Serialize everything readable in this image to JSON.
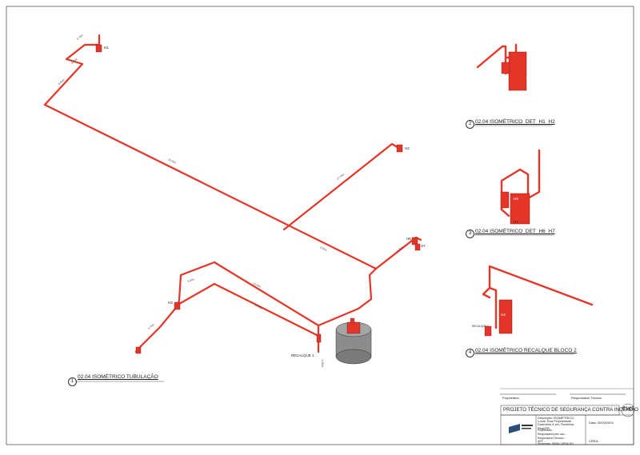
{
  "views": {
    "v1": {
      "number": "1",
      "title": "02.04 ISOMÉTRICO TUBULAÇÃO"
    },
    "v2": {
      "number": "2",
      "title": "02.04 ISOMÉTRICO_DET_H1_H2"
    },
    "v3": {
      "number": "3",
      "title": "02.04 ISOMÉTRICO_DET_H6_H7"
    },
    "v4": {
      "number": "4",
      "title": "02.04 ISOMÉTRICO RECALQUE BLOCO 2"
    }
  },
  "hydrants": {
    "h1": "H1",
    "h2": "H2",
    "h3": "H3",
    "h6": "H6",
    "h7": "H7",
    "d_h2": "H2",
    "d_h6": "H6",
    "d_h7": "H7",
    "d_h3": "H3"
  },
  "labels": {
    "recalque": "RECALQUE 1",
    "recalque_small": "RECALQUE 1"
  },
  "title_block": {
    "proprietario_sig": "Proprietário",
    "responsavel_sig": "Responsável Técnico",
    "project_title": "PROJETO TÉCNICO DE SEGURANÇA CONTRA INCÊNDIO",
    "sheet": "03/05",
    "descricao": "Descrição: ISOMÉTRICO",
    "local": "Local: Rua Propriedade Dueméris # s/n, Rudérios, Piraí/PR",
    "data": "Data: 30/09/2024",
    "proprietario": "Proprietário: -",
    "responsavel_pelo_uso": "Responsável pelo uso: -",
    "responsavel_tecnico": "Responsável Técnico: -",
    "art": "ART: -",
    "desenhista": "Desenhista: FABIA CARVALHO",
    "crea": "CREA: -"
  },
  "colors": {
    "pipe": "#e53528",
    "tank": "#8c8c8c"
  }
}
